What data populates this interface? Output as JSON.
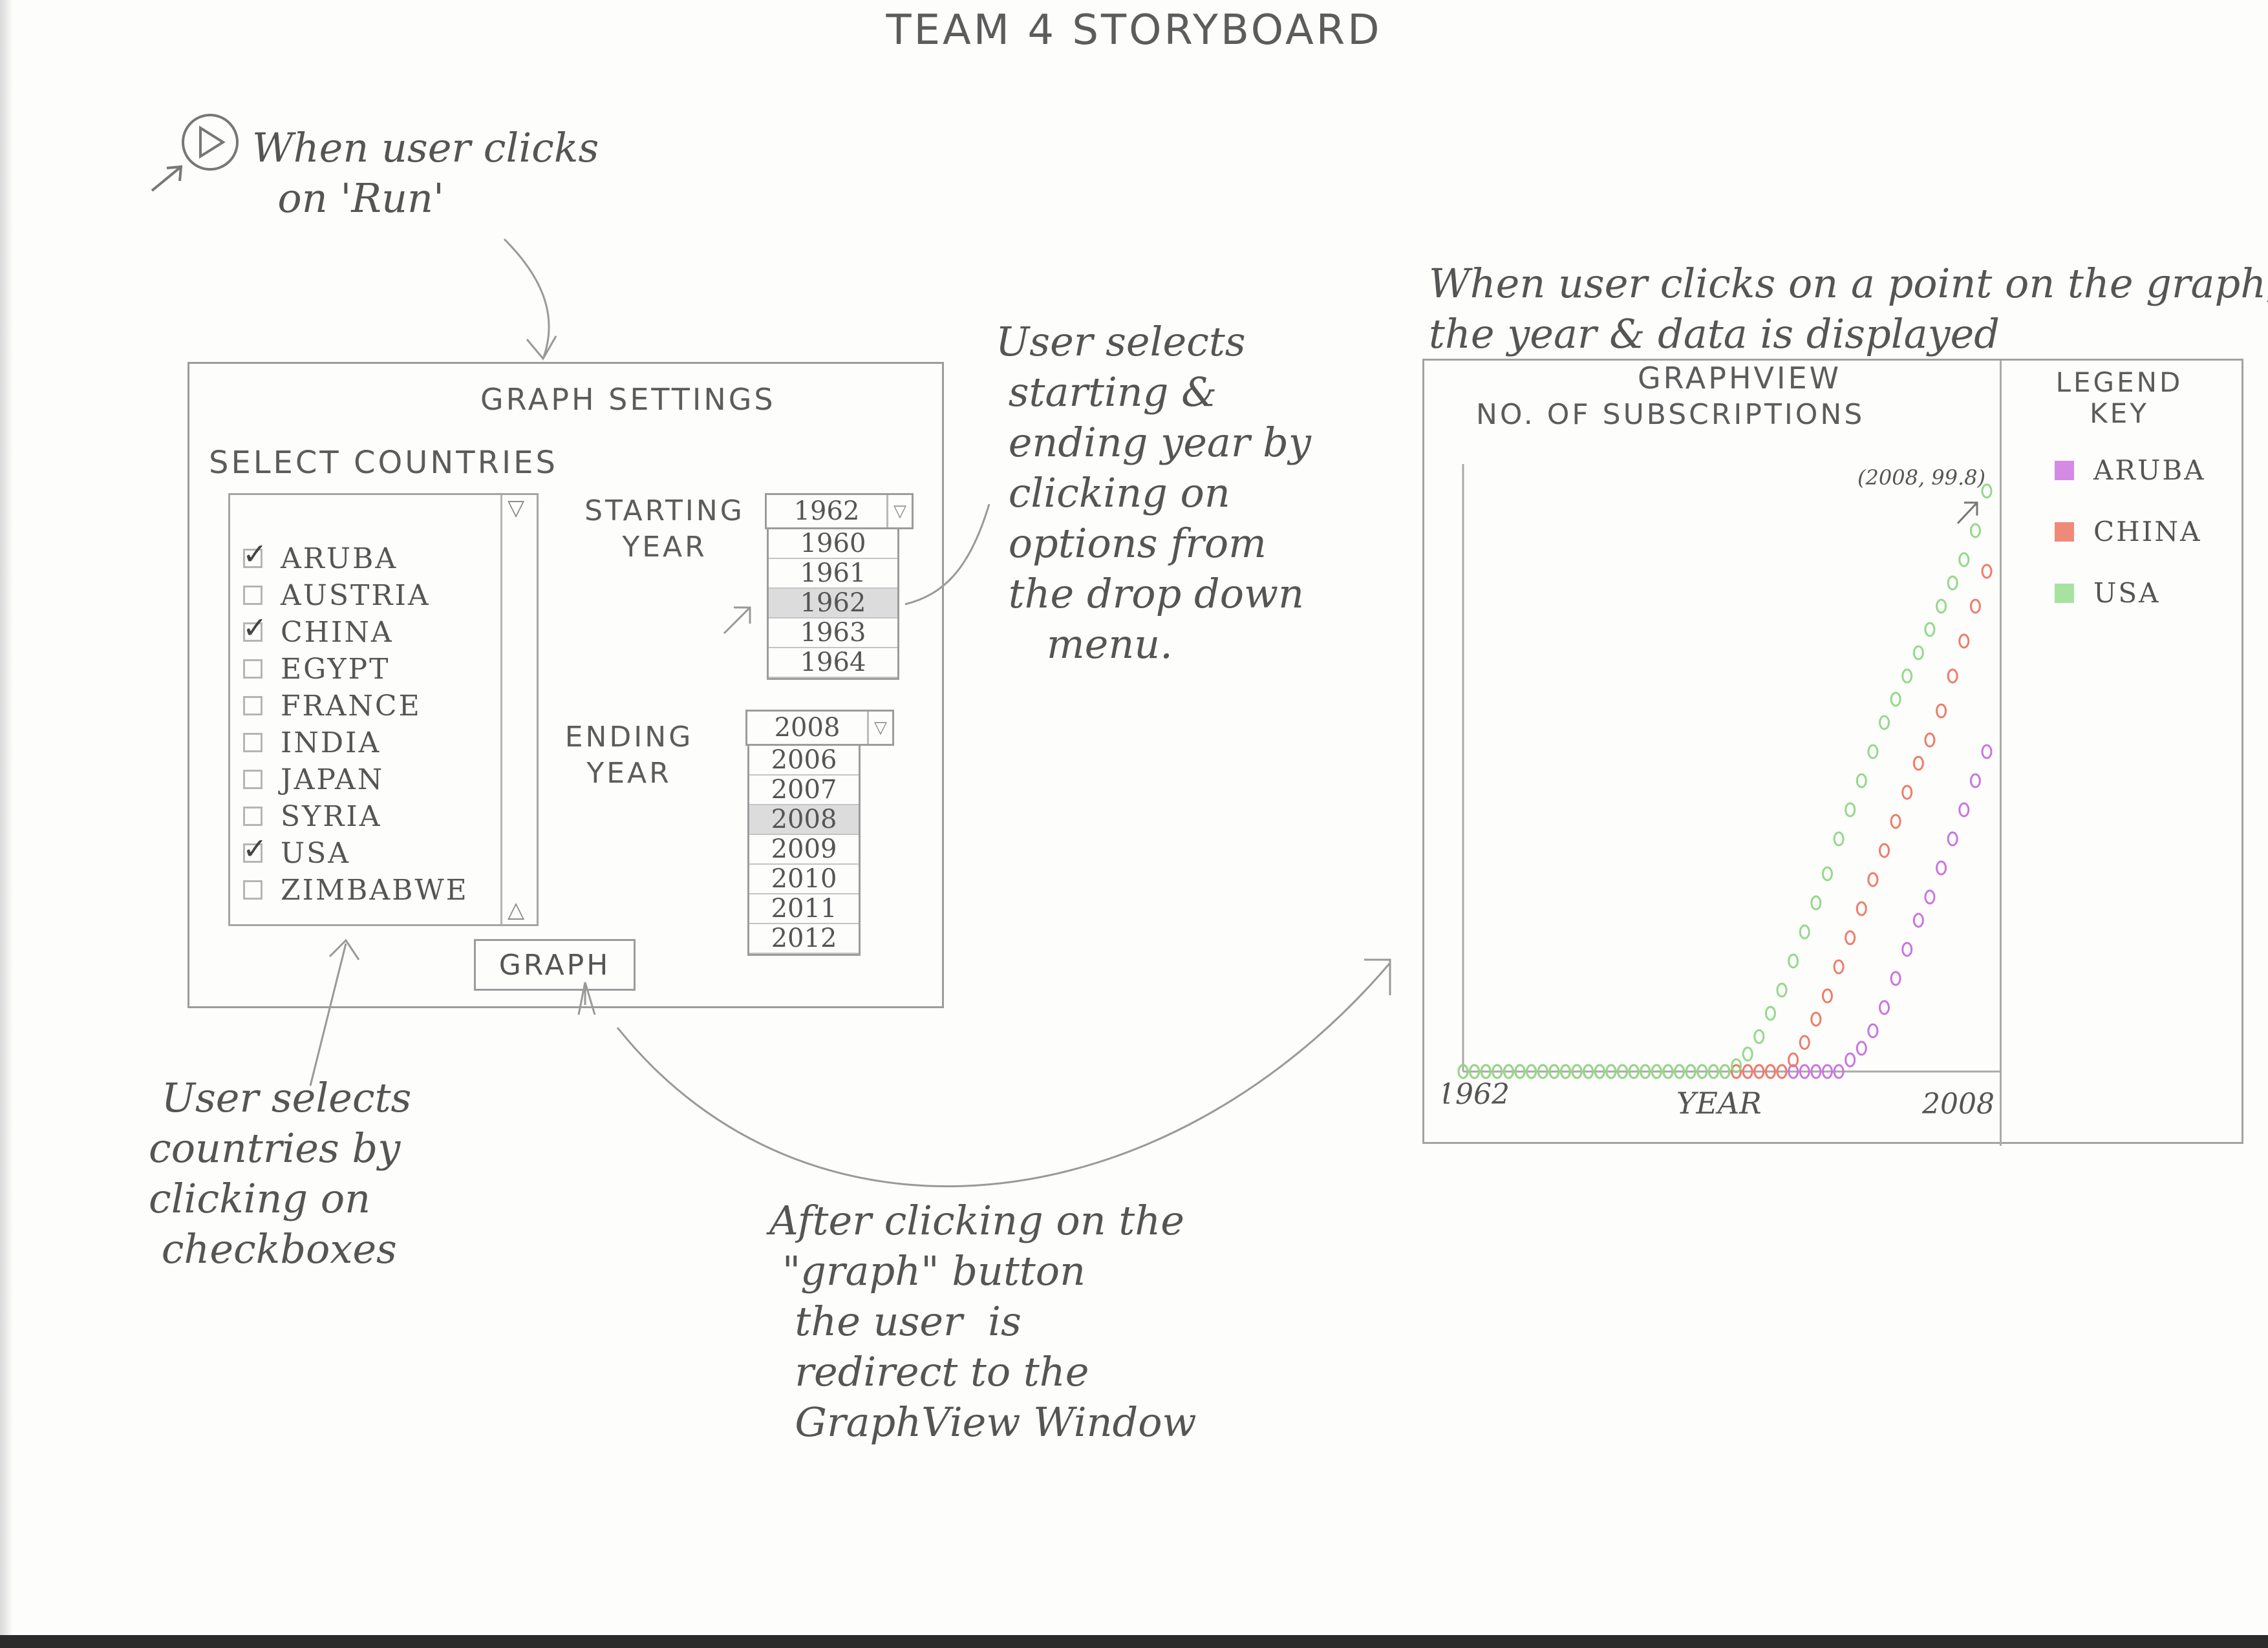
{
  "title": "TEAM 4 STORYBOARD",
  "annotations": {
    "run": "When user clicks\n  on 'Run'",
    "select_years": "User selects\n starting &\n ending year by\n clicking on\n options from\n the drop down\n    menu.",
    "select_countries": " User selects\ncountries by\nclicking on\n checkboxes",
    "graph_button": "After clicking on the\n \"graph\" button\n  the user  is\n  redirect to the\n  GraphView Window",
    "point_click": "When user clicks on a point on the graph,\nthe year & data is displayed"
  },
  "settings": {
    "title": "GRAPH SETTINGS",
    "select_countries_label": "SELECT COUNTRIES",
    "countries": [
      {
        "name": "ARUBA",
        "checked": true
      },
      {
        "name": "AUSTRIA",
        "checked": false
      },
      {
        "name": "CHINA",
        "checked": true
      },
      {
        "name": "EGYPT",
        "checked": false
      },
      {
        "name": "FRANCE",
        "checked": false
      },
      {
        "name": "INDIA",
        "checked": false
      },
      {
        "name": "JAPAN",
        "checked": false
      },
      {
        "name": "SYRIA",
        "checked": false
      },
      {
        "name": "USA",
        "checked": true
      },
      {
        "name": "ZIMBABWE",
        "checked": false
      }
    ],
    "starting_year_label": "STARTING\nYEAR",
    "starting_year_value": "1962",
    "starting_year_options": [
      "1960",
      "1961",
      "1962",
      "1963",
      "1964"
    ],
    "starting_year_selected": "1962",
    "ending_year_label": "ENDING\nYEAR",
    "ending_year_value": "2008",
    "ending_year_options": [
      "2006",
      "2007",
      "2008",
      "2009",
      "2010",
      "2011",
      "2012"
    ],
    "ending_year_selected": "2008",
    "graph_button": "GRAPH"
  },
  "graph_view": {
    "title": "GRAPHVIEW",
    "subtitle": "NO. OF SUBSCRIPTIONS",
    "legend_title": "LEGEND\nKEY",
    "legend": [
      {
        "label": "ARUBA",
        "color": "#d48be6"
      },
      {
        "label": "CHINA",
        "color": "#f08a78"
      },
      {
        "label": "USA",
        "color": "#a8e2a0"
      }
    ],
    "tooltip": "(2008, 99.8)"
  },
  "chart_data": {
    "type": "scatter",
    "title": "GRAPHVIEW",
    "ylabel": "NO. OF SUBSCRIPTIONS",
    "xlabel": "YEAR",
    "x_tick_labels": [
      "1962",
      "2008"
    ],
    "xlim": [
      1962,
      2008
    ],
    "ylim": [
      0,
      100
    ],
    "series": [
      {
        "name": "ARUBA",
        "color": "#c975e0",
        "x": [
          1962,
          1963,
          1964,
          1965,
          1966,
          1967,
          1968,
          1969,
          1970,
          1971,
          1972,
          1973,
          1974,
          1975,
          1976,
          1977,
          1978,
          1979,
          1980,
          1981,
          1982,
          1983,
          1984,
          1985,
          1986,
          1987,
          1988,
          1989,
          1990,
          1991,
          1992,
          1993,
          1994,
          1995,
          1996,
          1997,
          1998,
          1999,
          2000,
          2001,
          2002,
          2003,
          2004,
          2005,
          2006,
          2007,
          2008
        ],
        "y": [
          0,
          0,
          0,
          0,
          0,
          0,
          0,
          0,
          0,
          0,
          0,
          0,
          0,
          0,
          0,
          0,
          0,
          0,
          0,
          0,
          0,
          0,
          0,
          0,
          0,
          0,
          0,
          0,
          0,
          0,
          0,
          0,
          0,
          0,
          2,
          4,
          7,
          11,
          16,
          21,
          26,
          30,
          35,
          40,
          45,
          50,
          55
        ]
      },
      {
        "name": "CHINA",
        "color": "#ee7c68",
        "x": [
          1962,
          1963,
          1964,
          1965,
          1966,
          1967,
          1968,
          1969,
          1970,
          1971,
          1972,
          1973,
          1974,
          1975,
          1976,
          1977,
          1978,
          1979,
          1980,
          1981,
          1982,
          1983,
          1984,
          1985,
          1986,
          1987,
          1988,
          1989,
          1990,
          1991,
          1992,
          1993,
          1994,
          1995,
          1996,
          1997,
          1998,
          1999,
          2000,
          2001,
          2002,
          2003,
          2004,
          2005,
          2006,
          2007,
          2008
        ],
        "y": [
          0,
          0,
          0,
          0,
          0,
          0,
          0,
          0,
          0,
          0,
          0,
          0,
          0,
          0,
          0,
          0,
          0,
          0,
          0,
          0,
          0,
          0,
          0,
          0,
          0,
          0,
          0,
          0,
          0,
          2,
          5,
          9,
          13,
          18,
          23,
          28,
          33,
          38,
          43,
          48,
          53,
          57,
          62,
          68,
          74,
          80,
          86
        ]
      },
      {
        "name": "USA",
        "color": "#93d98a",
        "x": [
          1962,
          1963,
          1964,
          1965,
          1966,
          1967,
          1968,
          1969,
          1970,
          1971,
          1972,
          1973,
          1974,
          1975,
          1976,
          1977,
          1978,
          1979,
          1980,
          1981,
          1982,
          1983,
          1984,
          1985,
          1986,
          1987,
          1988,
          1989,
          1990,
          1991,
          1992,
          1993,
          1994,
          1995,
          1996,
          1997,
          1998,
          1999,
          2000,
          2001,
          2002,
          2003,
          2004,
          2005,
          2006,
          2007,
          2008
        ],
        "y": [
          0,
          0,
          0,
          0,
          0,
          0,
          0,
          0,
          0,
          0,
          0,
          0,
          0,
          0,
          0,
          0,
          0,
          0,
          0,
          0,
          0,
          0,
          0,
          0,
          1,
          3,
          6,
          10,
          14,
          19,
          24,
          29,
          34,
          40,
          45,
          50,
          55,
          60,
          64,
          68,
          72,
          76,
          80,
          84,
          88,
          93,
          99.8
        ]
      }
    ],
    "highlighted_point": {
      "x": 2008,
      "y": 99.8,
      "series": "USA"
    }
  }
}
